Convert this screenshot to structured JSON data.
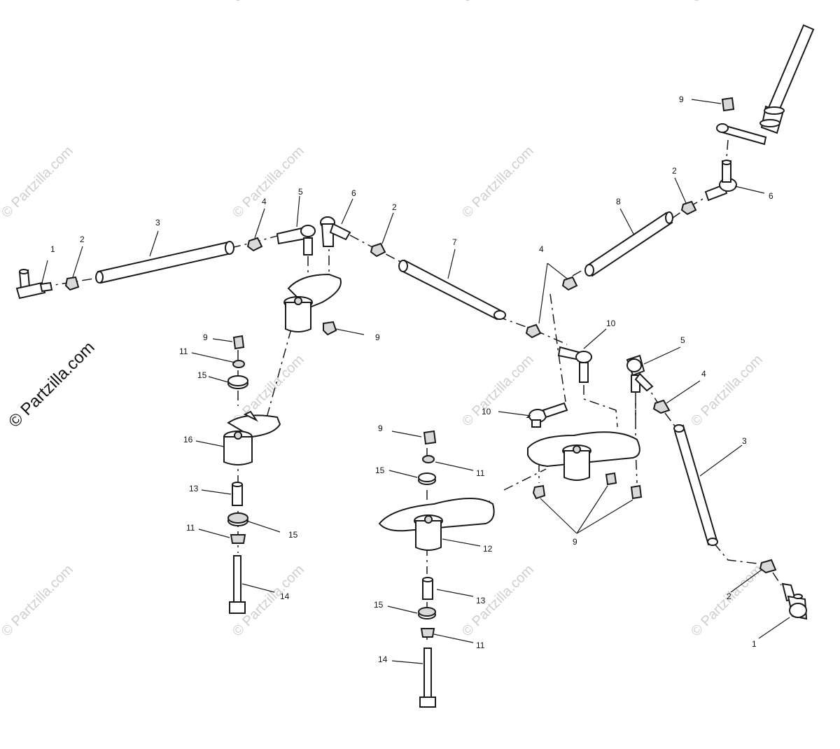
{
  "watermark": {
    "text": "© Partzilla.com",
    "color": "#cfcfcf"
  },
  "callouts": {
    "c1_left": "1",
    "c2_left": "2",
    "c3_left": "3",
    "c4_left": "4",
    "c5_left": "5",
    "c6_left": "6",
    "c2_mid": "2",
    "c7": "7",
    "c9_mid": "9",
    "c9_left": "9",
    "c11_left_a": "11",
    "c15_left_a": "15",
    "c16": "16",
    "c13_left": "13",
    "c11_left_b": "11",
    "c15_left_b": "15",
    "c14_left": "14",
    "c9_top_right": "9",
    "c2_right_top": "2",
    "c6_right": "6",
    "c8": "8",
    "c4_mid": "4",
    "c10_top": "10",
    "c5_right": "5",
    "c4_right": "4",
    "c10_mid": "10",
    "c3_right": "3",
    "c9_center": "9",
    "c11_center_a": "11",
    "c15_center_a": "15",
    "c12": "12",
    "c13_center": "13",
    "c15_center_b": "15",
    "c11_center_b": "11",
    "c14_center": "14",
    "c9_group": "9",
    "c2_right_bottom": "2",
    "c1_right": "1"
  }
}
